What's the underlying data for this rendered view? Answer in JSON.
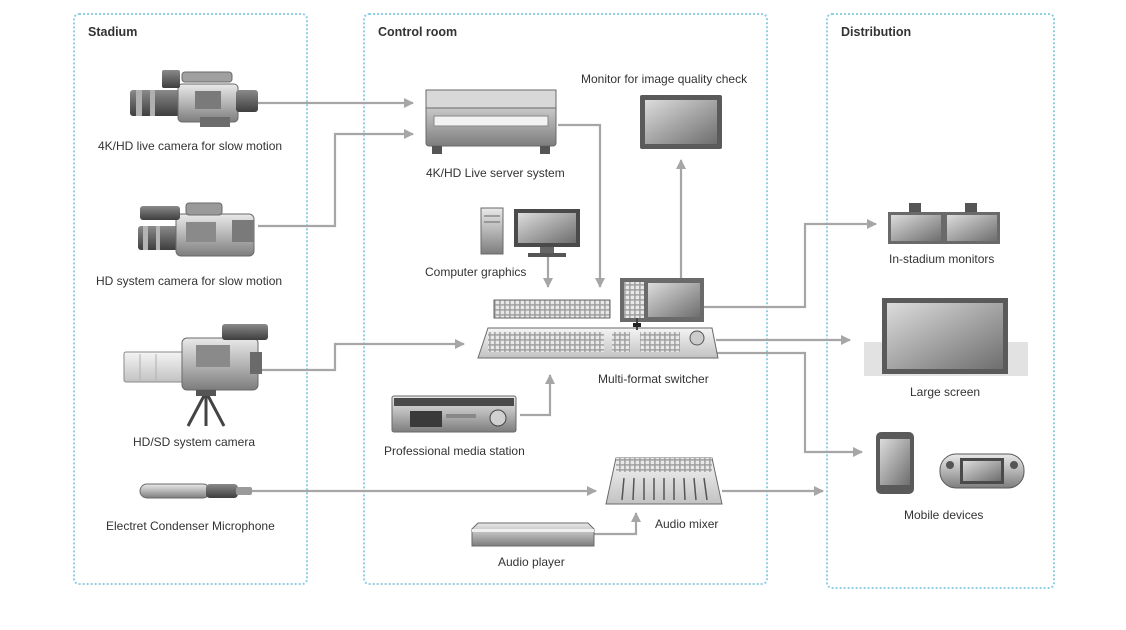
{
  "zones": {
    "stadium": "Stadium",
    "control_room": "Control room",
    "distribution": "Distribution"
  },
  "devices": {
    "camera_4k": "4K/HD live camera for slow motion",
    "camera_hd": "HD system camera for slow motion",
    "camera_sd": "HD/SD system camera",
    "microphone": "Electret Condenser Microphone",
    "server": "4K/HD Live server system",
    "monitor_qc": "Monitor for image quality check",
    "computer_graphics": "Computer graphics",
    "switcher": "Multi-format switcher",
    "media_station": "Professional media station",
    "audio_mixer": "Audio mixer",
    "audio_player": "Audio player",
    "in_stadium_monitors": "In-stadium monitors",
    "large_screen": "Large screen",
    "mobile_devices": "Mobile devices"
  },
  "colors": {
    "zone_border": "#8fd0e3",
    "arrow": "#a6a6a6",
    "device_dark": "#5a5a5a",
    "device_mid": "#9a9a9a",
    "device_light": "#d9d9d9"
  }
}
